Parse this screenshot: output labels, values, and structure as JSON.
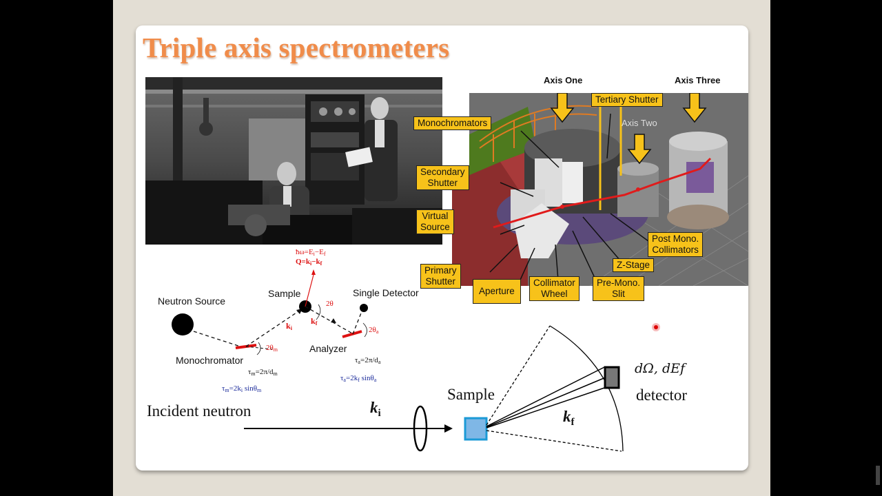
{
  "slide": {
    "title": "Triple axis spectrometers"
  },
  "cutaway": {
    "axis_labels": {
      "axis_one": "Axis One",
      "axis_two": "Axis Two",
      "axis_three": "Axis Three"
    },
    "callouts": {
      "tertiary_shutter": "Tertiary Shutter",
      "monochromators": "Monochromators",
      "secondary_shutter_1": "Secondary",
      "secondary_shutter_2": "Shutter",
      "virtual_source_1": "Virtual",
      "virtual_source_2": "Source",
      "primary_shutter_1": "Primary",
      "primary_shutter_2": "Shutter",
      "aperture": "Aperture",
      "collimator_wheel_1": "Collimator",
      "collimator_wheel_2": "Wheel",
      "pre_mono_slit_1": "Pre-Mono.",
      "pre_mono_slit_2": "Slit",
      "z_stage": "Z-Stage",
      "post_mono_collimators_1": "Post Mono.",
      "post_mono_collimators_2": "Collimators"
    },
    "colors": {
      "callout_fill": "#f7c21a",
      "beam": "#e01b1b"
    }
  },
  "schematic": {
    "neutron_source": "Neutron Source",
    "sample": "Sample",
    "single_detector": "Single Detector",
    "monochromator": "Monochromator",
    "analyzer": "Analyzer",
    "energy_transfer": "ħω=E",
    "energy_transfer_sub_i": "i",
    "energy_transfer_mid": "−E",
    "energy_transfer_sub_f": "f",
    "momentum_transfer": "Q=k",
    "momentum_transfer_sub_i": "i",
    "momentum_transfer_mid": "−k",
    "momentum_transfer_sub_f": "f",
    "two_theta": "2θ",
    "two_theta_m": "2θ",
    "two_theta_m_sub": "m",
    "two_theta_a": "2θ",
    "two_theta_a_sub": "a",
    "ki_label": "k",
    "ki_sub": "i",
    "kf_label": "k",
    "kf_sub": "f",
    "tau_m_1": "τ",
    "tau_m_1_sub": "m",
    "tau_m_1_rest": "=2π/d",
    "tau_m_1_sub2": "m",
    "tau_m_2": "τ",
    "tau_m_2_sub": "m",
    "tau_m_2_rest": "=2k",
    "tau_m_2_sub2": "i",
    "tau_m_2_end": " sinθ",
    "tau_m_2_sub3": "m",
    "tau_a_1": "τ",
    "tau_a_1_sub": "a",
    "tau_a_1_rest": "=2π/d",
    "tau_a_1_sub2": "a",
    "tau_a_2": "τ",
    "tau_a_2_sub": "a",
    "tau_a_2_rest": "=2k",
    "tau_a_2_sub2": "f",
    "tau_a_2_end": " sinθ",
    "tau_a_2_sub3": "a"
  },
  "scattering": {
    "incident_neutron": "Incident neutron",
    "ki": "k",
    "ki_sub": "i",
    "sample": "Sample",
    "kf": "k",
    "kf_sub": "f",
    "dOmega": "dΩ, dEf",
    "detector": "detector"
  }
}
